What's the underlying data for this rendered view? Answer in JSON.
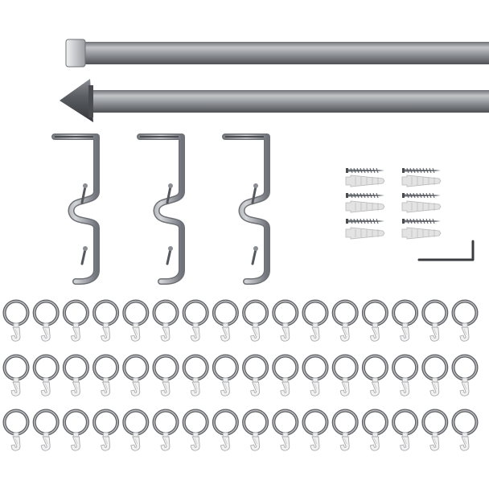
{
  "product": {
    "rods": [
      {
        "name": "rod-flat-end-cap",
        "finial": "flat-cap"
      },
      {
        "name": "rod-cone-finial",
        "finial": "cone"
      }
    ],
    "brackets": {
      "count": 3,
      "type": "double-hook"
    },
    "screws": {
      "count": 6
    },
    "wall_plugs": {
      "count": 6
    },
    "allen_key": {
      "count": 1
    },
    "rings": {
      "rows": 3,
      "per_row": 16,
      "total": 48
    }
  },
  "colors": {
    "background": "#ffffff",
    "metal_dark": "#5e6064",
    "metal_mid": "#8c8f94",
    "metal_light": "#c9cbce",
    "plastic": "#e6e6e6"
  }
}
